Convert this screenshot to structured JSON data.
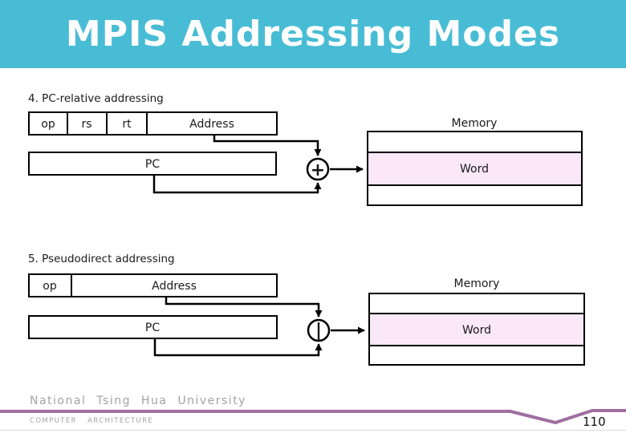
{
  "slide": {
    "title": "MPIS Addressing Modes"
  },
  "sections": [
    {
      "heading": "4. PC-relative addressing",
      "fields": [
        "op",
        "rs",
        "rt",
        "Address"
      ],
      "pc": "PC",
      "operator": "+",
      "operator_meaning": "add",
      "memory": "Memory",
      "word": "Word"
    },
    {
      "heading": "5. Pseudodirect addressing",
      "fields": [
        "op",
        "Address"
      ],
      "pc": "PC",
      "operator": "|",
      "operator_meaning": "concatenate",
      "memory": "Memory",
      "word": "Word"
    }
  ],
  "footer": {
    "university": "National Tsing Hua University",
    "department": "COMPUTER ARCHITECTURE",
    "page_number": "110"
  },
  "colors": {
    "header_bg": "#49BCD5",
    "title_text": "#FFFFFF",
    "word_highlight": "#FAE7F7",
    "footer_line": "#9F6FA0",
    "footer_text": "#A2A2AA"
  }
}
